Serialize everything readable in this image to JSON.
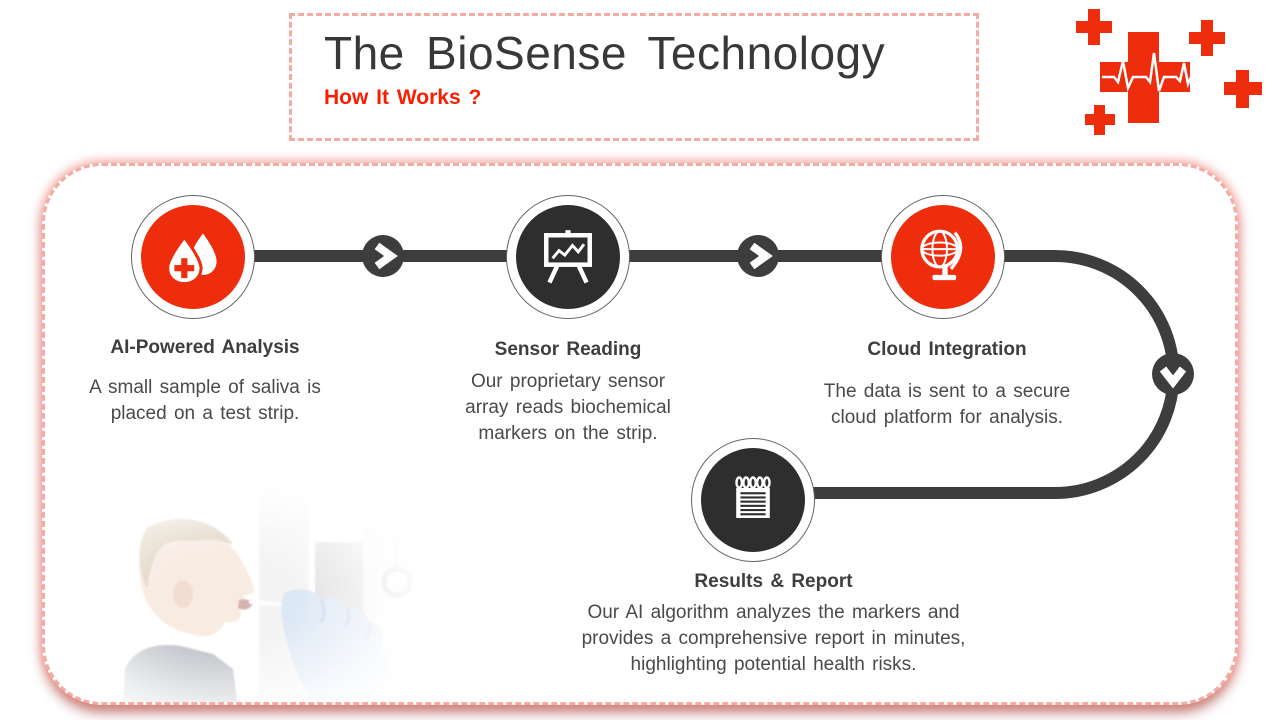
{
  "slide": {
    "title": "The BioSense Technology",
    "subtitle": "How It Works ?"
  },
  "steps": [
    {
      "label": "AI-Powered Analysis",
      "description": "A small sample of saliva is placed on a test strip.",
      "icon": "blood-drops-icon",
      "style": "red"
    },
    {
      "label": "Sensor Reading",
      "description": "Our proprietary sensor array reads biochemical markers on the strip.",
      "icon": "easel-chart-icon",
      "style": "dark"
    },
    {
      "label": "Cloud Integration",
      "description": "The data is sent to a secure cloud platform for analysis.",
      "icon": "globe-icon",
      "style": "red"
    },
    {
      "label": "Results & Report",
      "description": "Our AI algorithm analyzes the markers and provides a comprehensive report in minutes, highlighting potential health risks.",
      "icon": "notepad-icon",
      "style": "dark"
    }
  ],
  "decor": {
    "crosses": "medical-crosses-with-ecg",
    "photo": "saliva-swab-test-photo"
  },
  "colors": {
    "accent_red": "#EE2D0D",
    "subtitle_red": "#FA1E00",
    "dark_circle": "#2E2E2E",
    "connector": "#3D3D3D",
    "title_text": "#383838",
    "body_text": "#4A4A4A",
    "border_salmon": "#F4ABA2"
  }
}
